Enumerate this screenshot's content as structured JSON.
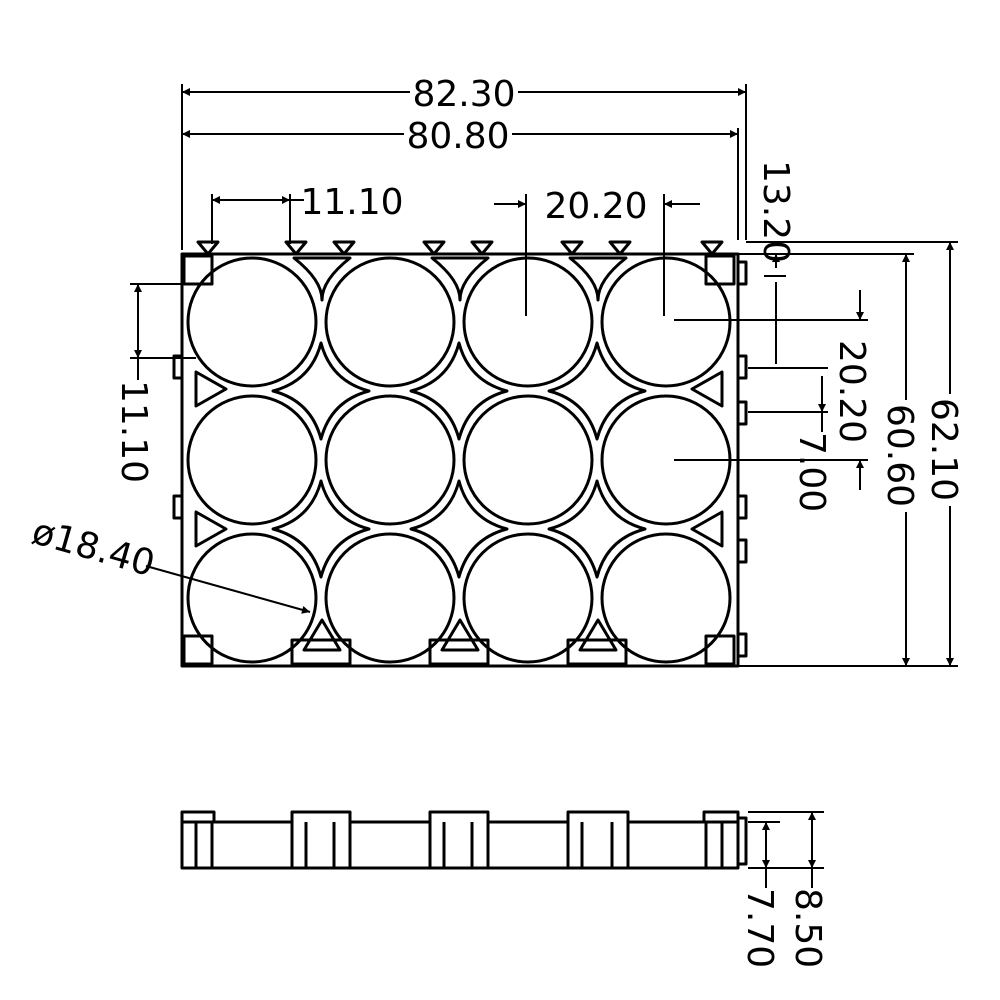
{
  "diagram": {
    "type": "technical-drawing",
    "subject": "4x3 cylindrical cell holder",
    "views": [
      "top",
      "side"
    ]
  },
  "dimensions": {
    "overall_length": "82.30",
    "inner_length": "80.80",
    "offset_width": "11.10",
    "cell_pitch": "20.20",
    "end_offset": "13.20",
    "vertical_pitch": "20.20",
    "offset_7": "7.00",
    "inner_height": "60.60",
    "overall_height": "62.10",
    "left_offset": "11.10",
    "cell_diameter": "ø18.40",
    "side_height_outer": "8.50",
    "side_height_inner": "7.70"
  },
  "grid": {
    "rows": 3,
    "columns": 4
  }
}
